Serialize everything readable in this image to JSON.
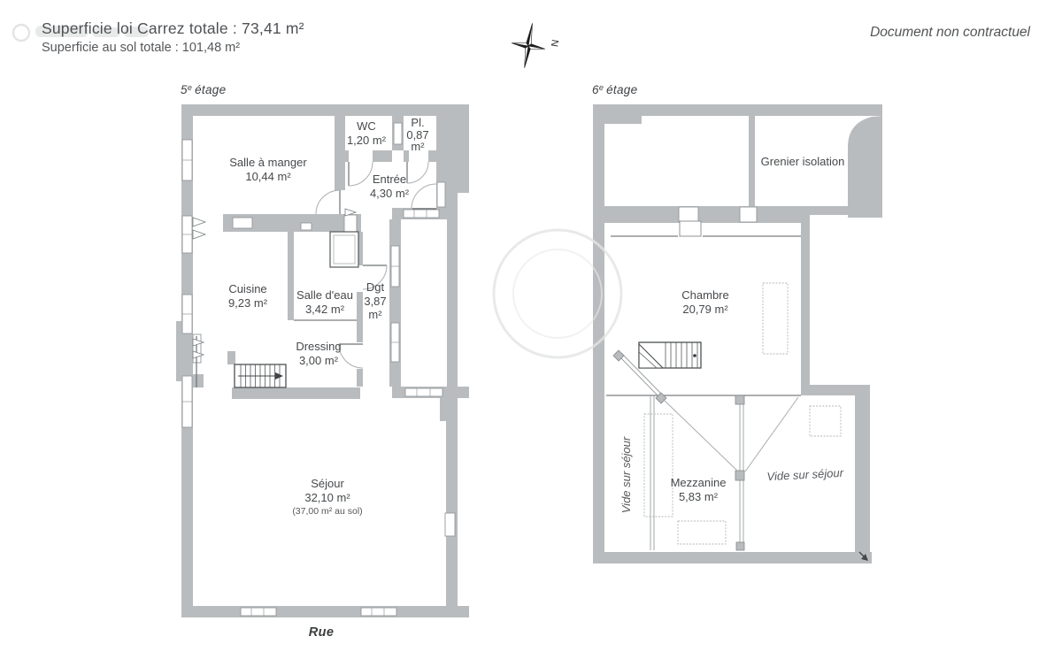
{
  "header": {
    "line1": "Superficie loi Carrez totale : 73,41 m²",
    "line2": "Superficie au sol totale : 101,48 m²",
    "disclaimer": "Document non contractuel",
    "compass_north": "N"
  },
  "floor5": {
    "number": "5",
    "sup": "e",
    "word": "étage",
    "street": "Rue",
    "rooms": {
      "salle_a_manger": {
        "name": "Salle à manger",
        "area": "10,44 m²"
      },
      "wc": {
        "name": "WC",
        "area": "1,20 m²"
      },
      "placard": {
        "name": "Pl.",
        "area": "0,87",
        "unit": "m²"
      },
      "entree": {
        "name": "Entrée",
        "area": "4,30 m²"
      },
      "cuisine": {
        "name": "Cuisine",
        "area": "9,23 m²"
      },
      "salle_deau": {
        "name": "Salle d'eau",
        "area": "3,42 m²"
      },
      "degagement": {
        "name": "Dgt",
        "area": "3,87",
        "unit": "m²"
      },
      "dressing": {
        "name": "Dressing",
        "area": "3,00 m²"
      },
      "sejour": {
        "name": "Séjour",
        "area": "32,10 m²",
        "note": "(37,00 m² au sol)"
      }
    }
  },
  "floor6": {
    "number": "6",
    "sup": "e",
    "word": "étage",
    "rooms": {
      "grenier": {
        "name": "Grenier isolation"
      },
      "chambre": {
        "name": "Chambre",
        "area": "20,79 m²"
      },
      "mezzanine": {
        "name": "Mezzanine",
        "area": "5,83 m²"
      },
      "vide_gauche": {
        "name": "Vide sur séjour"
      },
      "vide_droit": {
        "name": "Vide sur séjour"
      }
    }
  }
}
